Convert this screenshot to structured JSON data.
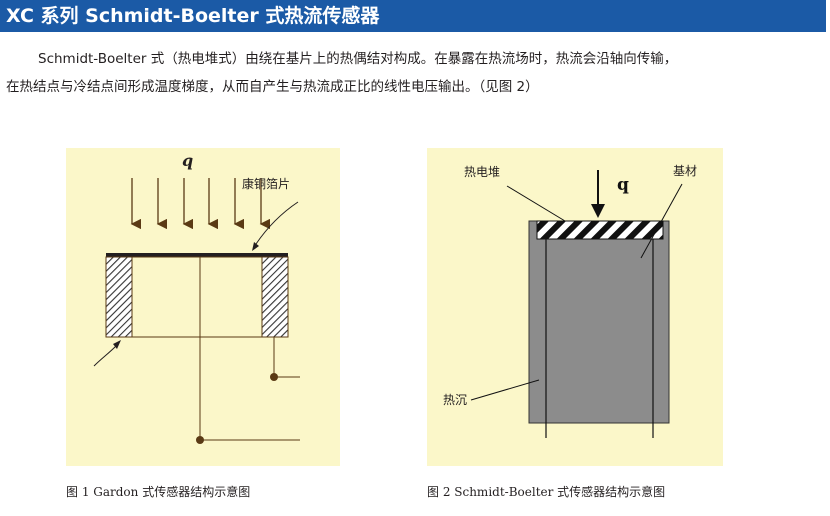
{
  "header": {
    "title": "XC 系列 Schmidt-Boelter 式热流传感器"
  },
  "body": {
    "paragraph_line1": "Schmidt-Boelter 式（热电堆式）由绕在基片上的热偶结对构成。在暴露在热流场时，热流会沿轴向传输，",
    "paragraph_line2": "在热结点与冷结点间形成温度梯度，从而自产生与热流成正比的线性电压输出。（见图 2）"
  },
  "figure1": {
    "q_label": "q",
    "foil_label": "康铜箔片",
    "caption": "图 1 Gardon 式传感器结构示意图"
  },
  "figure2": {
    "thermopile_label": "热电堆",
    "q_label": "q",
    "substrate_label": "基材",
    "heatsink_label": "热沉",
    "caption": "图 2  Schmidt-Boelter 式传感器结构示意图"
  },
  "colors": {
    "title_bar": "#1b5aa6",
    "figure_bg": "#fbf7c9",
    "arrow_brown": "#5a3a14",
    "sensor_body_gray": "#8c8c8c"
  }
}
